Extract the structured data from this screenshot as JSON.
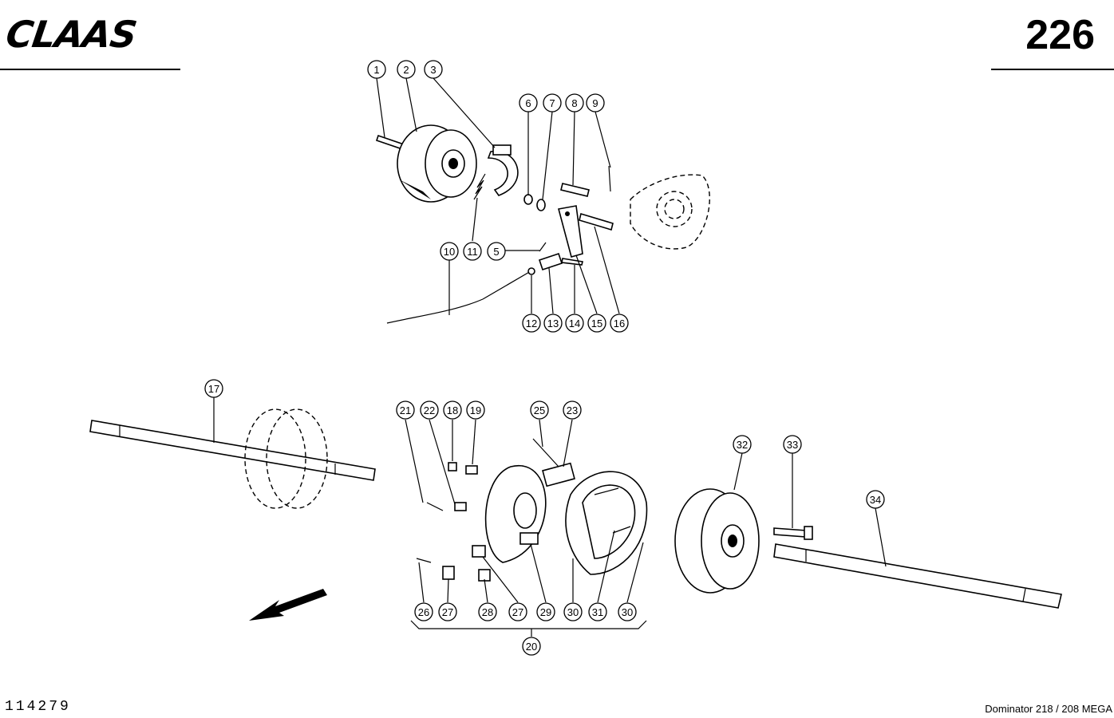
{
  "brand": "CLAAS",
  "page_number": "226",
  "drawing_number": "114279",
  "model": "Dominator 218 / 208 MEGA",
  "callouts": [
    "1",
    "2",
    "3",
    "6",
    "7",
    "8",
    "9",
    "10",
    "11",
    "5",
    "12",
    "13",
    "14",
    "15",
    "16",
    "17",
    "21",
    "22",
    "18",
    "19",
    "25",
    "23",
    "32",
    "33",
    "34",
    "26",
    "27",
    "28",
    "27",
    "29",
    "30",
    "31",
    "30",
    "20"
  ]
}
